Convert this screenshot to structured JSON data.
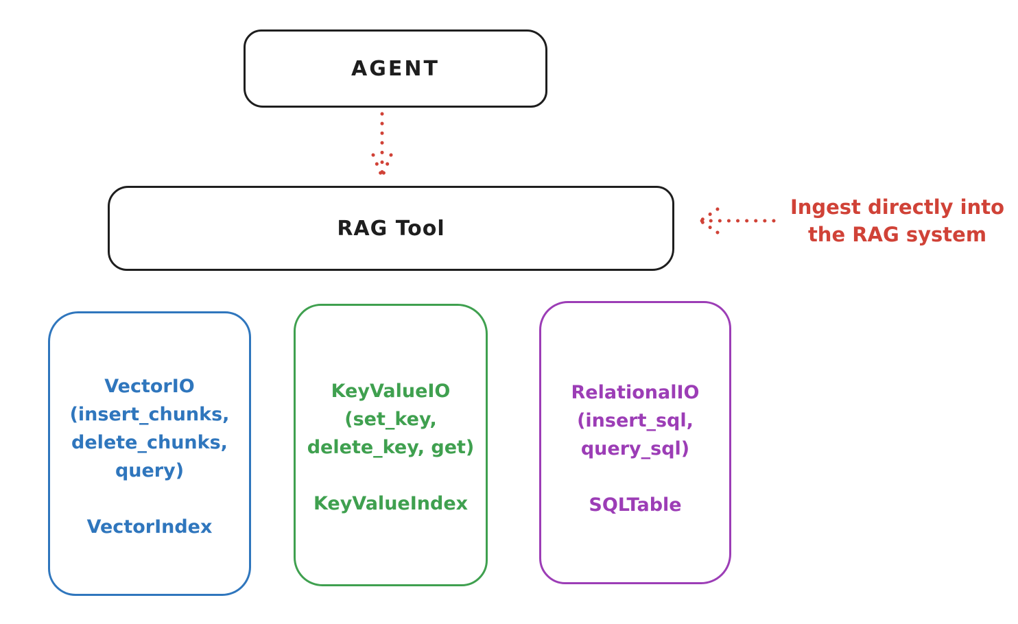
{
  "colors": {
    "black": "#1e1e1e",
    "red": "#d04237",
    "blue": "#2f76bd",
    "green": "#3fa04f",
    "purple": "#9c3db6"
  },
  "nodes": {
    "agent": {
      "label": "AGENT"
    },
    "rag_tool": {
      "label": "RAG Tool"
    },
    "vector_io": {
      "lines": [
        "VectorIO",
        "(insert_chunks,",
        "delete_chunks,",
        "query)"
      ],
      "index": "VectorIndex",
      "color": "#2f76bd"
    },
    "key_value_io": {
      "lines": [
        "KeyValueIO",
        "(set_key,",
        "delete_key, get)"
      ],
      "index": "KeyValueIndex",
      "color": "#3fa04f"
    },
    "relational_io": {
      "lines": [
        "RelationalIO",
        "(insert_sql,",
        "query_sql)"
      ],
      "index": "SQLTable",
      "color": "#9c3db6"
    }
  },
  "annotation": {
    "lines": [
      "Ingest directly into",
      "the RAG system"
    ],
    "color": "#d04237"
  },
  "icons": {
    "agent_to_rag": "dotted-arrow-down",
    "annotation_to_rag": "dotted-arrow-left"
  }
}
